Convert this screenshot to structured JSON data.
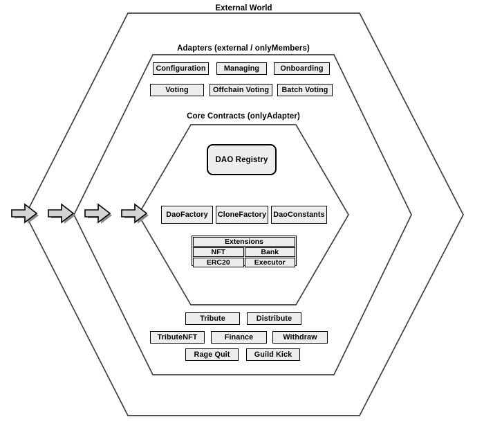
{
  "diagram": {
    "title": "DAO architecture nested hexagon diagram",
    "colors": {
      "box_fill": "#ededed",
      "box_border": "#000000",
      "hex_stroke": "#3f3f3f",
      "arrow_fill": "#d4d4d4",
      "background": "#ffffff"
    }
  },
  "layers": {
    "external": {
      "label": "External World"
    },
    "adapters": {
      "label": "Adapters (external / onlyMembers)"
    },
    "core": {
      "label": "Core Contracts (onlyAdapter)"
    }
  },
  "arrows": [
    {
      "name": "arrow-1"
    },
    {
      "name": "arrow-2"
    },
    {
      "name": "arrow-3"
    },
    {
      "name": "arrow-4"
    }
  ],
  "adapters_top": {
    "row1": [
      {
        "label": "Configuration"
      },
      {
        "label": "Managing"
      },
      {
        "label": "Onboarding"
      }
    ],
    "row2": [
      {
        "label": "Voting"
      },
      {
        "label": "Offchain Voting"
      },
      {
        "label": "Batch Voting"
      }
    ]
  },
  "core_contracts": {
    "registry": {
      "label": "DAO Registry"
    },
    "factories": [
      {
        "label": "DaoFactory"
      },
      {
        "label": "CloneFactory"
      },
      {
        "label": "DaoConstants"
      }
    ],
    "extensions": {
      "header": "Extensions",
      "rows": [
        [
          "NFT",
          "Bank"
        ],
        [
          "ERC20",
          "Executor"
        ]
      ]
    }
  },
  "adapters_bottom": {
    "row1": [
      {
        "label": "Tribute"
      },
      {
        "label": "Distribute"
      }
    ],
    "row2": [
      {
        "label": "TributeNFT"
      },
      {
        "label": "Finance"
      },
      {
        "label": "Withdraw"
      }
    ],
    "row3": [
      {
        "label": "Rage Quit"
      },
      {
        "label": "Guild Kick"
      }
    ]
  }
}
